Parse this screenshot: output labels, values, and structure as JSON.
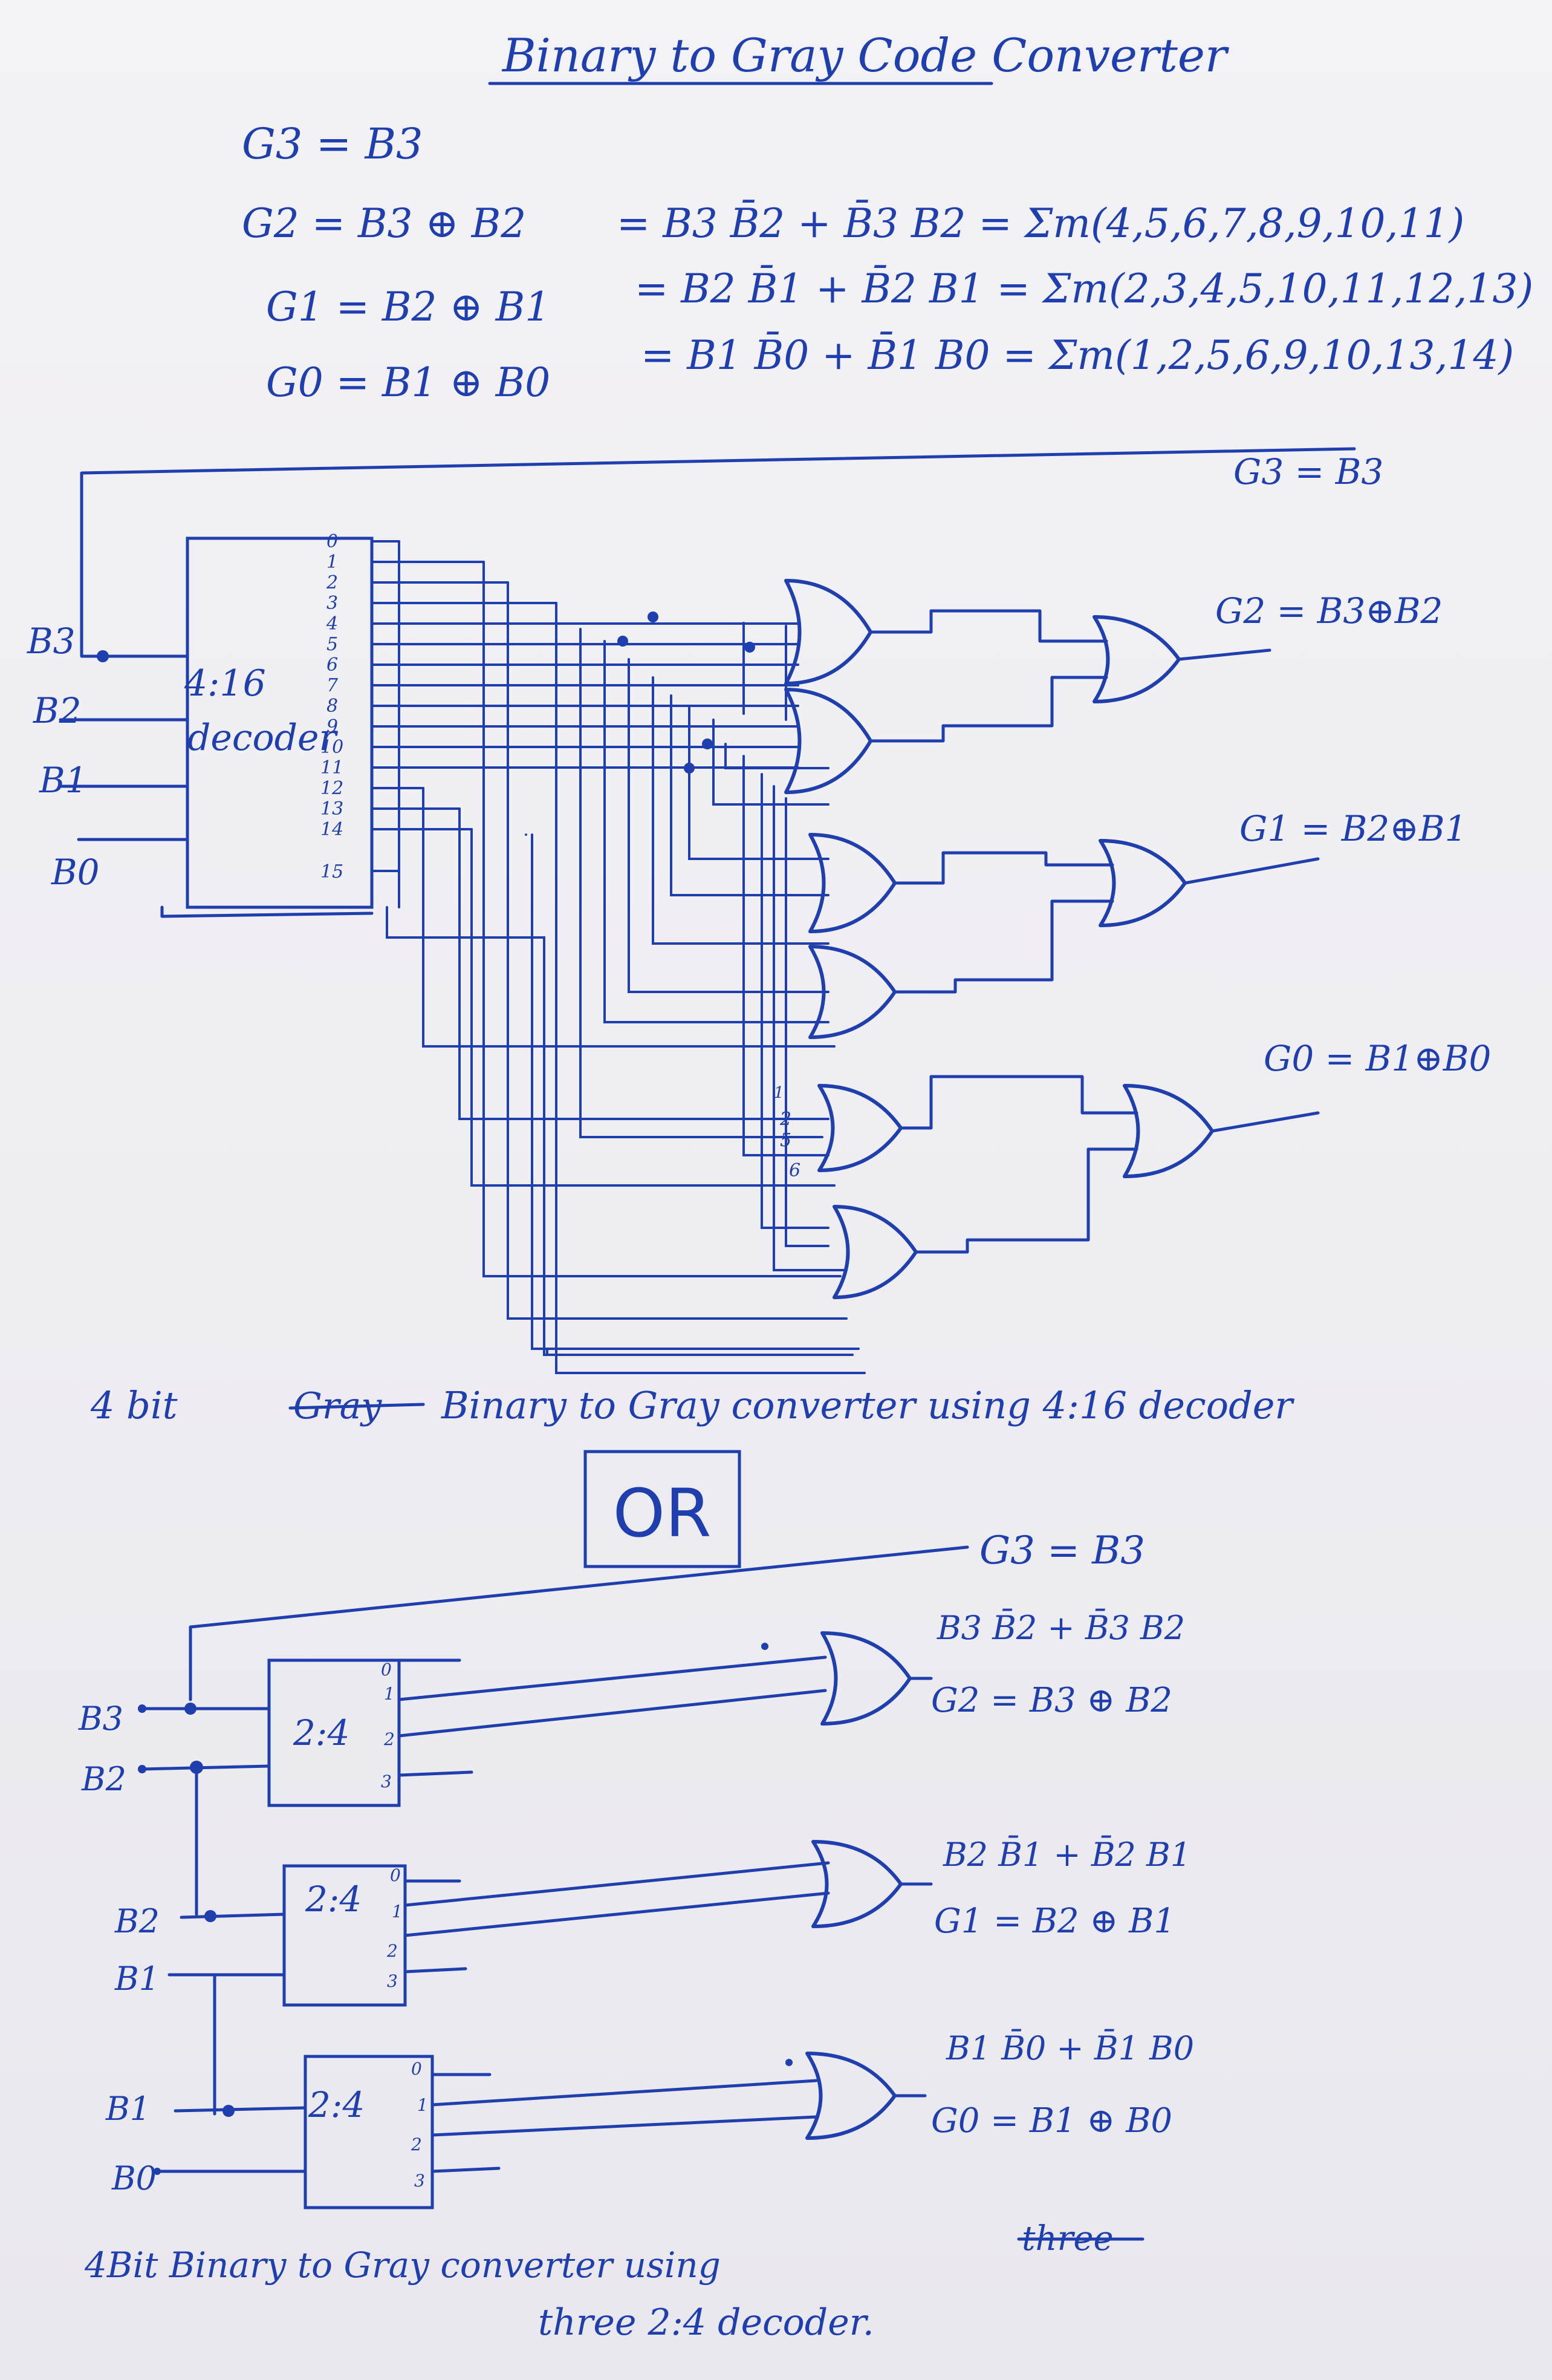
{
  "title": "Binary to Gray Code Converter",
  "equations": {
    "g3": "G3 = B3",
    "g2_lhs": "G2 = B3 ⊕ B2",
    "g2_rhs": "= B3 B̄2 + B̄3 B2 = Σm(4,5,6,7,8,9,10,11)",
    "g1_lhs": "G1 = B2 ⊕ B1",
    "g1_rhs": "= B2 B̄1 + B̄2 B1 = Σm(2,3,4,5,10,11,12,13)",
    "g0_lhs": "G0 = B1 ⊕ B0",
    "g0_rhs": "= B1 B̄0 + B̄1 B0 = Σm(1,2,5,6,9,10,13,14)"
  },
  "diagram1": {
    "inputs": [
      "B3",
      "B2",
      "B1",
      "B0"
    ],
    "decoder_label_line1": "4:16",
    "decoder_label_line2": "decoder",
    "outputs": [
      "0",
      "1",
      "2",
      "3",
      "4",
      "5",
      "6",
      "7",
      "8",
      "9",
      "10",
      "11",
      "12",
      "13",
      "14",
      "15"
    ],
    "out_labels": {
      "g3": "G3 = B3",
      "g2": "G2 = B3⊕B2",
      "g1": "G1 = B2⊕B1",
      "g0": "G0 = B1⊕B0"
    },
    "pin_labels": [
      "1",
      "2",
      "5",
      "6"
    ],
    "caption_prefix": "4 bit",
    "caption_struck": "Gray",
    "caption": "Binary to Gray converter using 4:16 decoder"
  },
  "or_label": "OR",
  "diagram2": {
    "out_g3": "G3 = B3",
    "block1": {
      "inputs": [
        "B3",
        "B2"
      ],
      "label": "2:4",
      "outputs": [
        "0",
        "1",
        "2",
        "3"
      ],
      "expr": "B3 B̄2 + B̄3 B2",
      "result": "G2 = B3 ⊕ B2"
    },
    "block2": {
      "inputs": [
        "B2",
        "B1"
      ],
      "label": "2:4",
      "outputs": [
        "0",
        "1",
        "2",
        "3"
      ],
      "expr": "B2 B̄1 + B̄2 B1",
      "result": "G1 = B2 ⊕ B1"
    },
    "block3": {
      "inputs": [
        "B1",
        "B0"
      ],
      "label": "2:4",
      "outputs": [
        "0",
        "1",
        "2",
        "3"
      ],
      "expr": "B1 B̄0 + B̄1 B0",
      "result": "G0 = B1 ⊕ B0"
    },
    "caption_line1_a": "4Bit Binary to Gray converter using",
    "caption_line1_struck": "three",
    "caption_line2": "three 2:4 decoder."
  },
  "colors": {
    "ink": "#1f3fae",
    "paper": "#f0eff4"
  }
}
